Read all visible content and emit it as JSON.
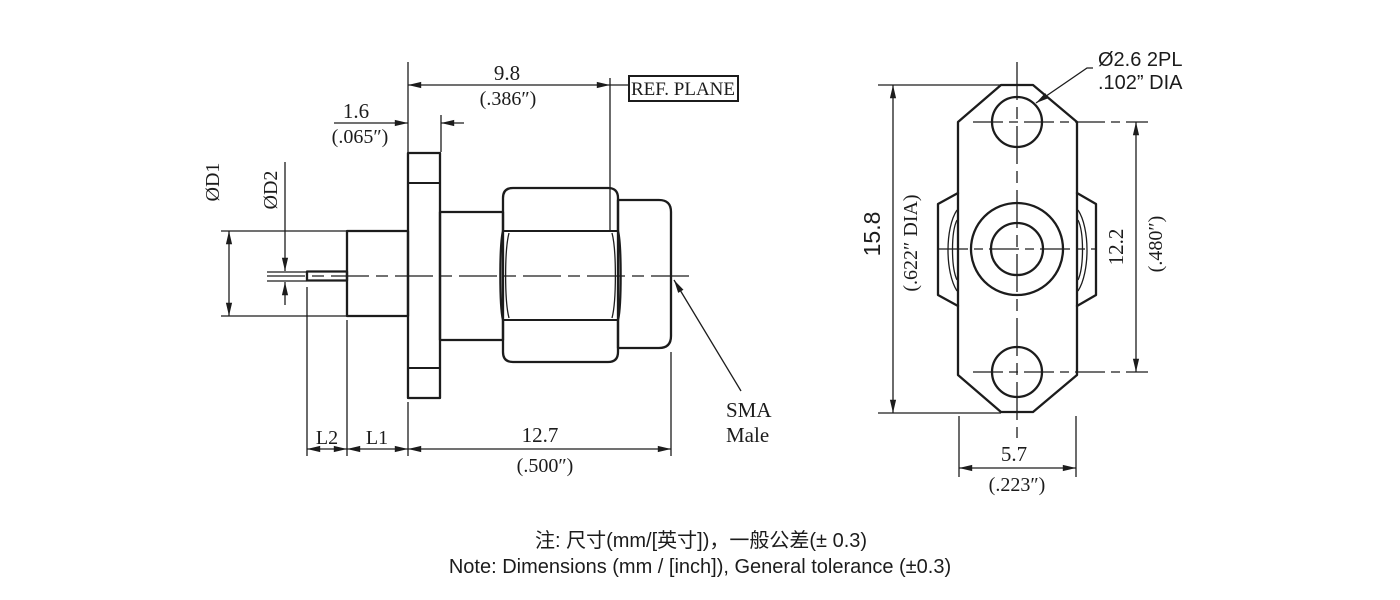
{
  "side_view": {
    "dim_ref_plane_offset": {
      "mm": "9.8",
      "inch": "(.386″)"
    },
    "dim_flange_thickness": {
      "mm": "1.6",
      "inch": "(.065″)"
    },
    "ref_plane_label": "REF. PLANE",
    "label_d1": "ØD1",
    "label_d2": "ØD2",
    "label_l2": "L2",
    "label_l1": "L1",
    "dim_body_length": {
      "mm": "12.7",
      "inch": "(.500″)"
    },
    "sma_label": {
      "line1": "SMA",
      "line2": "Male"
    }
  },
  "front_view": {
    "hole_callout": {
      "line1": "Ø2.6 2PL",
      "line2": ".102” DIA"
    },
    "dim_flange_height": {
      "mm": "15.8",
      "inch": "(.622″ DIA)"
    },
    "dim_hole_spacing": {
      "mm": "12.2",
      "inch": "(.480″)"
    },
    "dim_flange_width": {
      "mm": "5.7",
      "inch": "(.223″)"
    }
  },
  "notes": {
    "line1_zh": "注: 尺寸(mm/[英寸])，一般公差(± 0.3)",
    "line2_en": "Note: Dimensions (mm / [inch]), General tolerance (±0.3)"
  },
  "colors": {
    "line_color": "#1c1c1c",
    "background": "#ffffff"
  }
}
